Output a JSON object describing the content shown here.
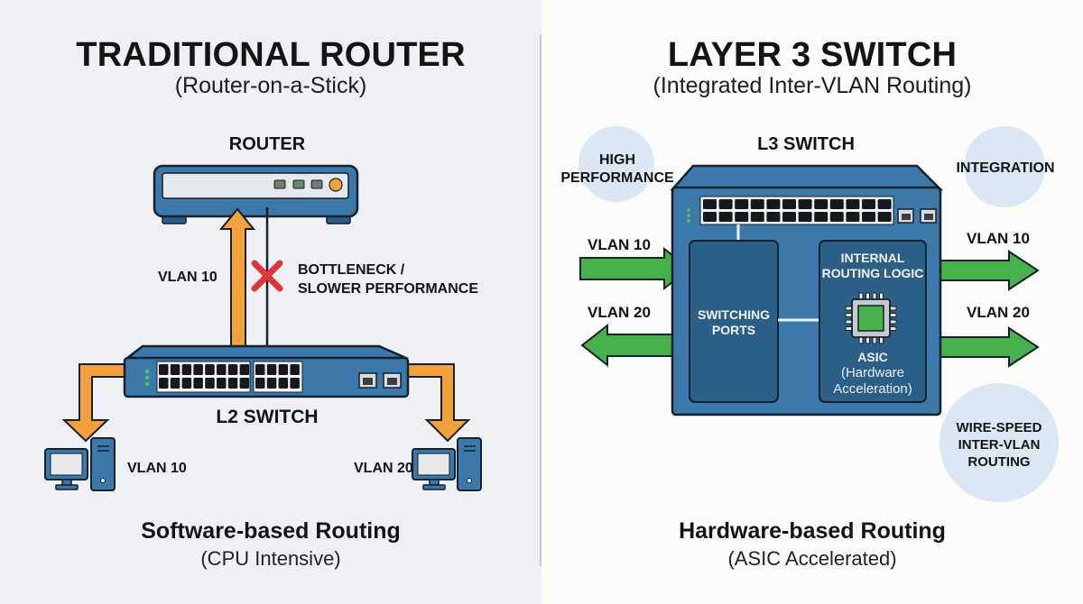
{
  "left": {
    "title": "TRADITIONAL ROUTER",
    "subtitle": "(Router-on-a-Stick)",
    "router_label": "ROUTER",
    "uplink_vlan_label": "VLAN 10",
    "bottleneck_label_line1": "BOTTLENECK /",
    "bottleneck_label_line2": "SLOWER PERFORMANCE",
    "switch_label": "L2 SWITCH",
    "pc_left_vlan": "VLAN 10",
    "pc_right_vlan": "VLAN 20",
    "footer_title": "Software-based Routing",
    "footer_subtitle": "(CPU Intensive)",
    "switch_ports": {
      "group1_per_row": 8,
      "group2_per_row": 4,
      "rows": 2,
      "uplinks": 2
    }
  },
  "right": {
    "title": "LAYER 3 SWITCH",
    "subtitle": "(Integrated Inter-VLAN Routing)",
    "switch_label": "L3 SWITCH",
    "badges": [
      {
        "line1": "HIGH",
        "line2": "PERFORMANCE"
      },
      {
        "line1": "INTEGRATION"
      },
      {
        "line1": "WIRE-SPEED",
        "line2": "INTER-VLAN",
        "line3": "ROUTING"
      }
    ],
    "in_vlan10": "VLAN 10",
    "in_vlan20": "VLAN 20",
    "out_vlan10": "VLAN 10",
    "out_vlan20": "VLAN 20",
    "switching_ports_line1": "SWITCHING",
    "switching_ports_line2": "PORTS",
    "routing_logic_line1": "INTERNAL",
    "routing_logic_line2": "ROUTING LOGIC",
    "asic_label": "ASIC",
    "asic_sub1": "(Hardware",
    "asic_sub2": "Acceleration)",
    "footer_title": "Hardware-based Routing",
    "footer_subtitle": "(ASIC Accelerated)",
    "switch_ports": {
      "per_row": 12,
      "rows": 2,
      "uplinks": 2
    }
  },
  "colors": {
    "device_blue": "#3b79ab",
    "device_dark_blue": "#2c5f86",
    "outline": "#14202b",
    "orange_arrow": "#f5a03a",
    "green_arrow": "#46b04a",
    "bottleneck_red": "#e0363a",
    "badge_bg": "#dbe7f2",
    "led_green": "#4cc35a"
  }
}
